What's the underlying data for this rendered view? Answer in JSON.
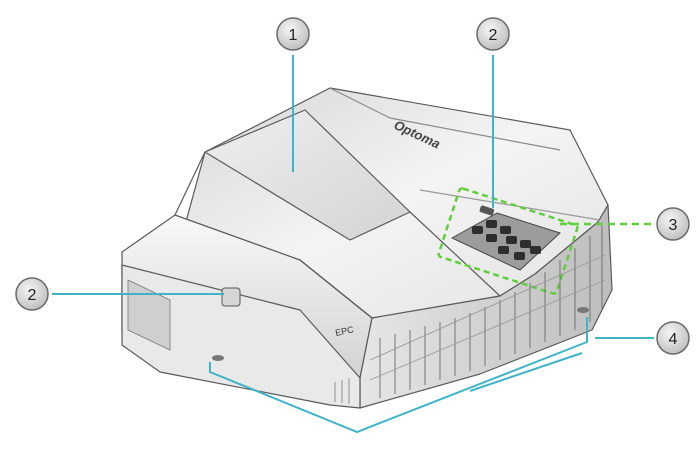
{
  "diagram": {
    "brand_text": "Optoma",
    "lens_text": "EPC",
    "callouts": [
      {
        "id": "lens-cover",
        "number": "1"
      },
      {
        "id": "ir-receiver-top",
        "number": "2"
      },
      {
        "id": "keypad",
        "number": "3"
      },
      {
        "id": "ir-receiver-front",
        "number": "2"
      },
      {
        "id": "feet",
        "number": "4"
      }
    ],
    "colors": {
      "leader_solid": "#3fb4c8",
      "leader_dashed": "#5fcf3a",
      "callout_fill": "#d9d9d9",
      "callout_stroke": "#6b6b6b",
      "body_light": "#f2f2f2",
      "body_mid": "#dcdcdc",
      "body_dark": "#a9a9a9",
      "outline": "#555555"
    }
  }
}
